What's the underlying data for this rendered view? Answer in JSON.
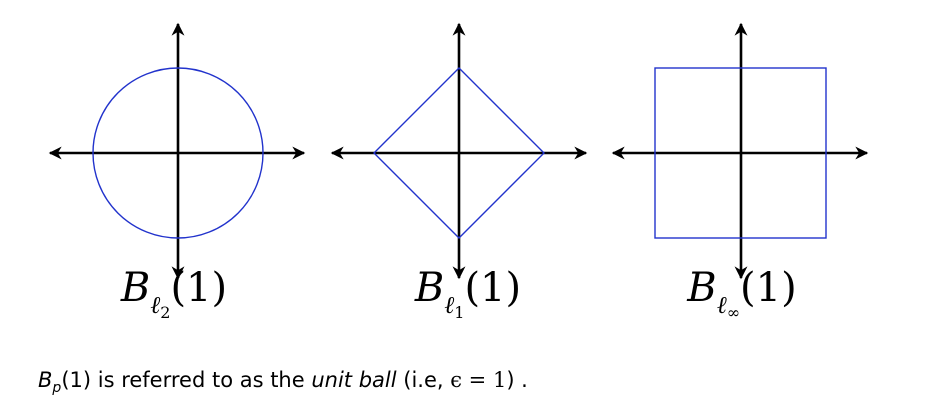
{
  "panels": [
    {
      "id": "l2",
      "shape": "circle",
      "radius": 1,
      "label": {
        "base": "B",
        "sub_main": "ℓ",
        "sub_index": "2",
        "arg": "(1)"
      }
    },
    {
      "id": "l1",
      "shape": "diamond",
      "radius": 1,
      "label": {
        "base": "B",
        "sub_main": "ℓ",
        "sub_index": "1",
        "arg": "(1)"
      }
    },
    {
      "id": "linf",
      "shape": "square",
      "radius": 1,
      "label": {
        "base": "B",
        "sub_main": "ℓ",
        "sub_index": "∞",
        "arg": "(1)"
      }
    }
  ],
  "caption": {
    "symbol_base": "B",
    "symbol_sub": "p",
    "symbol_arg": "(1)",
    "text_before": " is referred to as the ",
    "emph": "unit ball",
    "text_paren_open": " (i.e, ",
    "math": "ϵ = 1",
    "text_after": ") ."
  },
  "colors": {
    "axes": "#000000",
    "shape_stroke": "#2233cc"
  }
}
